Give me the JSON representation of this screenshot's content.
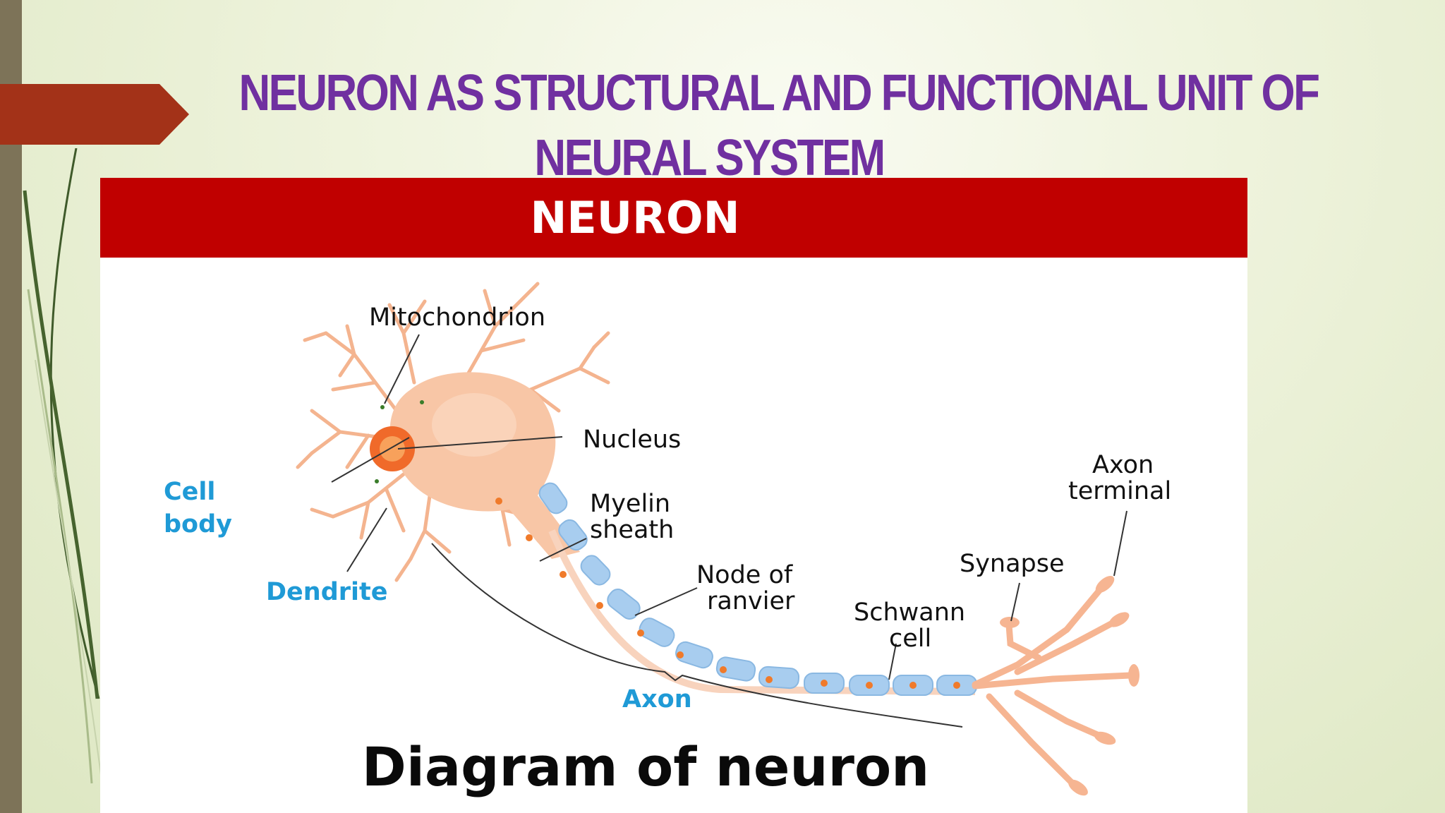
{
  "slide": {
    "title_line1": "NEURON AS STRUCTURAL AND FUNCTIONAL UNIT OF",
    "title_line2": "NEURAL SYSTEM"
  },
  "diagram": {
    "header": "NEURON",
    "labels": {
      "mitochondrion": "Mitochondrion",
      "nucleus": "Nucleus",
      "cell_body_1": "Cell",
      "cell_body_2": "body",
      "dendrite": "Dendrite",
      "myelin_1": "Myelin",
      "myelin_2": "sheath",
      "node_1": "Node of",
      "node_2": "ranvier",
      "axon": "Axon",
      "schwann_1": "Schwann",
      "schwann_2": "cell",
      "synapse": "Synapse",
      "axon_terminal_1": "Axon",
      "axon_terminal_2": "terminal"
    },
    "caption": "Diagram of neuron"
  },
  "colors": {
    "title": "#7030a0",
    "header_bg": "#c00000",
    "pointer": "#a33218",
    "blue_label": "#1f9ad6",
    "cell": "#f6b592",
    "nucleus": "#e8541d",
    "myelin": "#a8cdef"
  }
}
